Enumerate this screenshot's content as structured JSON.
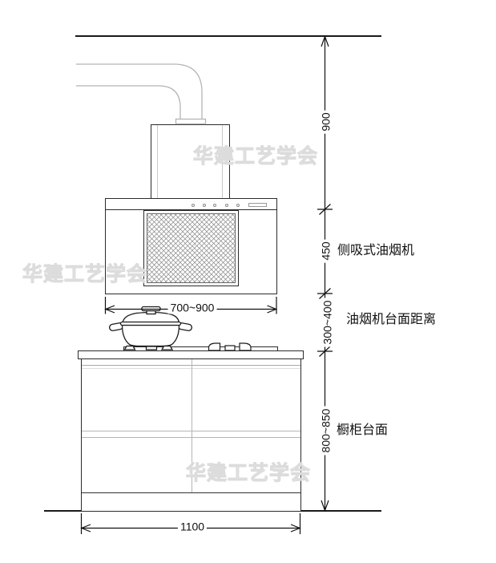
{
  "watermark": {
    "text": "华建工艺学会"
  },
  "dimensions": {
    "ceiling_to_hood": {
      "value": "900"
    },
    "hood_height": {
      "value": "450",
      "label": "侧吸式油烟机"
    },
    "hood_to_countertop": {
      "value": "300~400",
      "label": "油烟机台面距离"
    },
    "countertop_height": {
      "value": "800~850",
      "label": "橱柜台面"
    },
    "hood_width": {
      "value": "700~900"
    },
    "cabinet_width": {
      "value": "1100"
    }
  }
}
